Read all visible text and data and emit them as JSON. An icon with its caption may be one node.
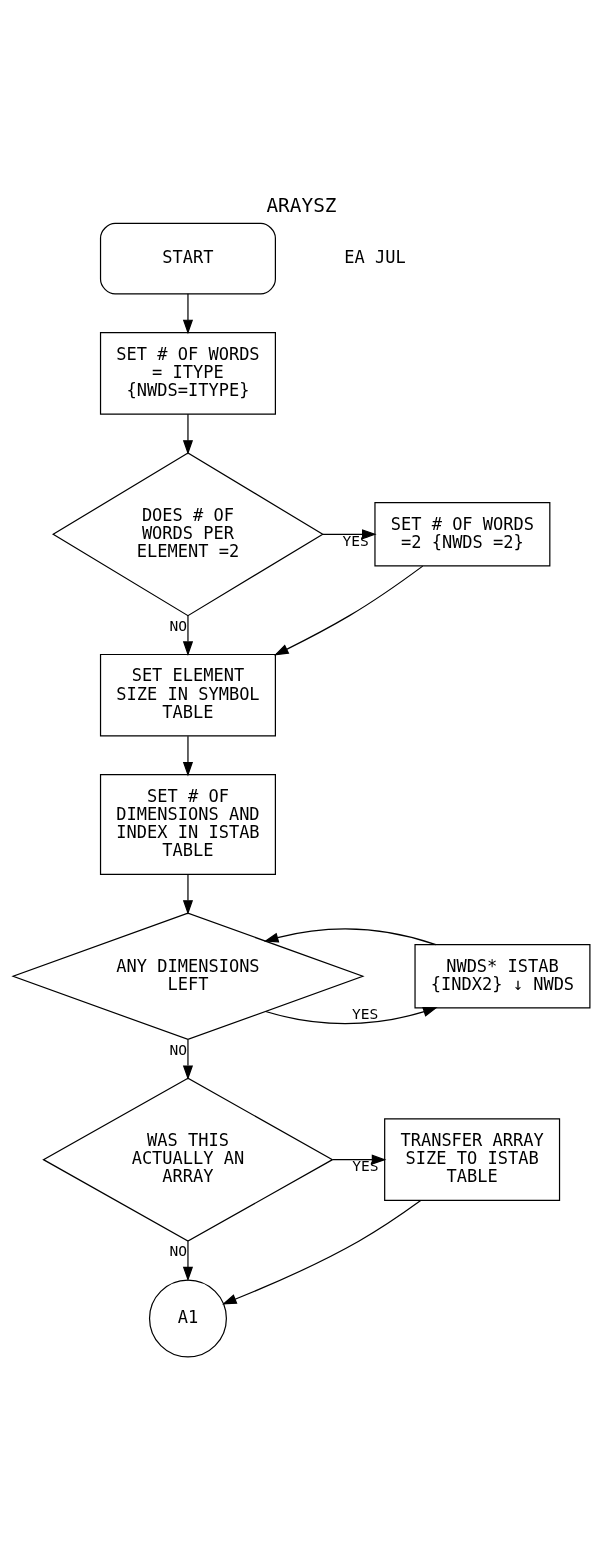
{
  "diagram": {
    "title": "ARAYSZ",
    "nodes": [
      {
        "text": [
          "START"
        ]
      },
      {
        "text": [
          "SET # OF WORDS = ITYPE {NWDS=ITYPE}"
        ]
      },
      {
        "text": [
          "DOES # OF WORDS PER ELEMENT =2"
        ]
      },
      {
        "text": [
          "SET # OF WORDS =2 {NWDS =2}"
        ]
      },
      {
        "text": [
          "SET ELEMENT SIZE IN SYMBOL TABLE"
        ]
      },
      {
        "text": [
          "SET # OF DIMENSIONS AND INDEX IN ISTAB TABLE"
        ]
      },
      {
        "text": [
          "ANY DIMENSIONS LEFT"
        ]
      },
      {
        "text": [
          "NWDS* ISTAB {INDX2} ↓ NWDS"
        ]
      },
      {
        "text": [
          "WAS THIS ACTUALLY AN ARRAY"
        ]
      },
      {
        "text": [
          "TRANSFER ARRAY SIZE TO ISTAB TABLE"
        ]
      },
      {
        "text": [
          "A1"
        ]
      }
    ],
    "edges": [
      {
        "from": 0,
        "to": 1,
        "arrow": "to"
      },
      {
        "from": 1,
        "to": 2,
        "arrow": "to"
      },
      {
        "from": 2,
        "to": 3,
        "arrow": "to",
        "label": "YES"
      },
      {
        "from": 2,
        "to": 4,
        "arrow": "to",
        "label": "NO"
      },
      {
        "from": 3,
        "to": 4,
        "arrow": "to"
      },
      {
        "from": 4,
        "to": 5,
        "arrow": "to"
      },
      {
        "from": 5,
        "to": 6,
        "arrow": "to"
      },
      {
        "from": 6,
        "to": 7,
        "arrow": "to",
        "label": "YES"
      },
      {
        "from": 7,
        "to": 6,
        "arrow": "to"
      },
      {
        "from": 6,
        "to": 8,
        "arrow": "to",
        "label": "NO"
      },
      {
        "from": 8,
        "to": 9,
        "arrow": "to",
        "label": "YES"
      },
      {
        "from": 8,
        "to": 10,
        "arrow": "to",
        "label": "NO"
      },
      {
        "from": 9,
        "to": 10,
        "arrow": "to"
      }
    ],
    "labels": [
      "EA JUL"
    ]
  }
}
